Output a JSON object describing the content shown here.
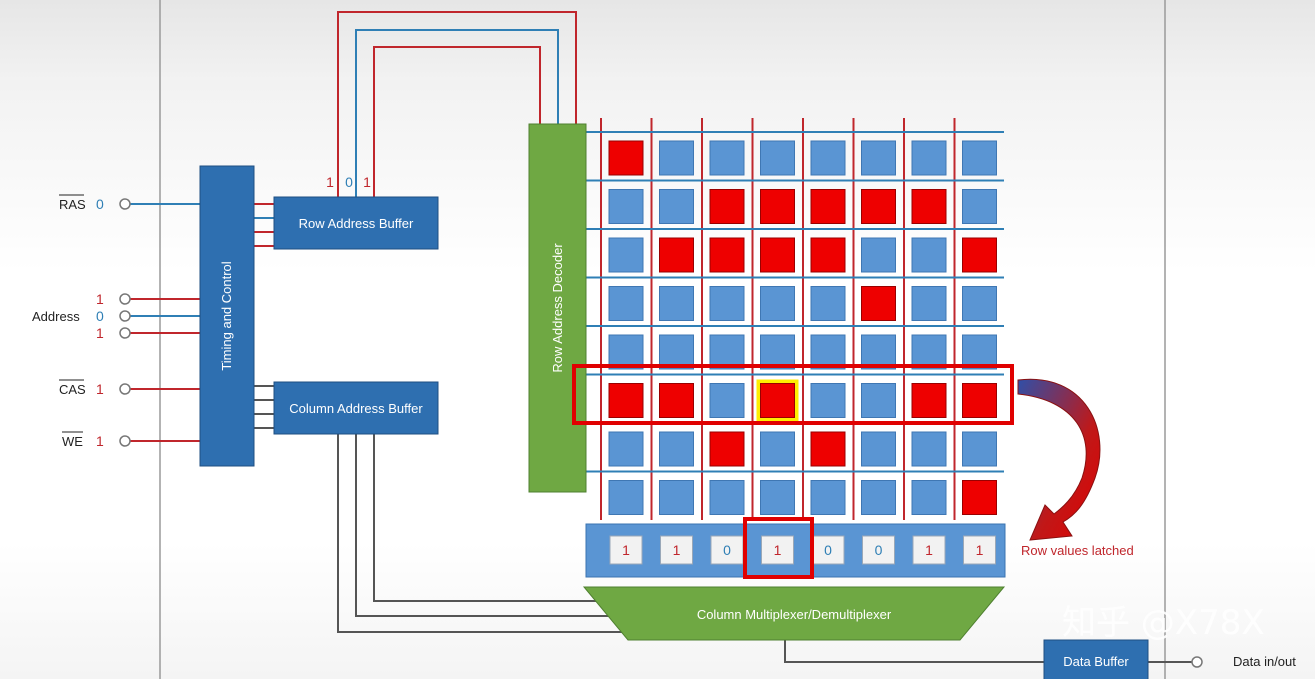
{
  "colors": {
    "red": "#c0262c",
    "blue_line": "#2f7fb5",
    "blue_box": "#2e6fb0",
    "cell_blue": "#5a95d3",
    "cell_red": "#ee0000",
    "cell_yellow": "#ffee00",
    "green": "#6fa843",
    "grey_line": "#555555",
    "highlight": "#e00000"
  },
  "pins": {
    "ras": {
      "label": "RAS",
      "value": "0"
    },
    "address": {
      "label": "Address",
      "bits": [
        "1",
        "0",
        "1"
      ]
    },
    "cas": {
      "label": "CAS",
      "value": "1"
    },
    "we": {
      "label": "WE",
      "value": "1"
    }
  },
  "blocks": {
    "timing": "Timing and Control",
    "row_buffer": "Row Address Buffer",
    "col_buffer": "Column Address Buffer",
    "row_decoder": "Row Address Decoder",
    "col_mux": "Column Multiplexer/Demultiplexer",
    "data_buffer": "Data Buffer"
  },
  "row_buffer_bits": [
    "1",
    "0",
    "1"
  ],
  "data_io_label": "Data in/out",
  "latched_label": "Row values latched",
  "matrix": [
    [
      1,
      0,
      0,
      0,
      0,
      0,
      0,
      0
    ],
    [
      0,
      0,
      1,
      1,
      1,
      1,
      1,
      0
    ],
    [
      0,
      1,
      1,
      1,
      1,
      0,
      0,
      1
    ],
    [
      0,
      0,
      0,
      0,
      0,
      1,
      0,
      0
    ],
    [
      0,
      0,
      0,
      0,
      0,
      0,
      0,
      0
    ],
    [
      1,
      1,
      0,
      2,
      0,
      0,
      1,
      1
    ],
    [
      0,
      0,
      1,
      0,
      1,
      0,
      0,
      0
    ],
    [
      0,
      0,
      0,
      0,
      0,
      0,
      0,
      1
    ]
  ],
  "latched_bits": [
    "1",
    "1",
    "0",
    "1",
    "0",
    "0",
    "1",
    "1"
  ],
  "watermark": "知乎 @X78X"
}
